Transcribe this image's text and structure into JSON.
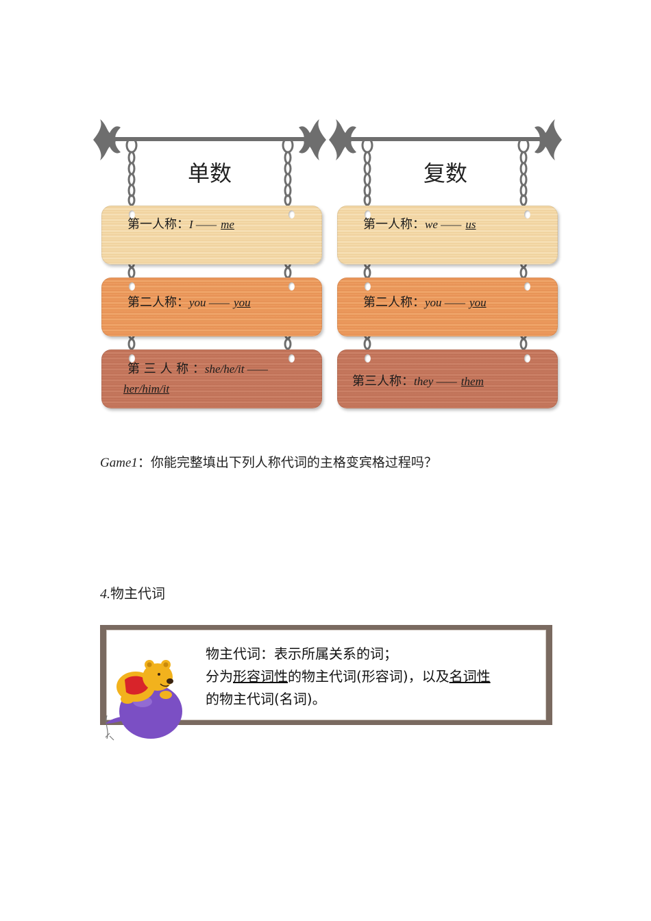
{
  "singular": {
    "title": "单数",
    "rows": [
      {
        "person": "第一人称：",
        "subject": "I ——",
        "object": "me"
      },
      {
        "person": "第二人称：",
        "subject": "you ——",
        "object": "you"
      },
      {
        "person": "第 三 人 称 ：",
        "subject": "she/he/it ——",
        "object": "her/him/it"
      }
    ]
  },
  "plural": {
    "title": "复数",
    "rows": [
      {
        "person": "第一人称：",
        "subject": "we ——",
        "object": "us"
      },
      {
        "person": "第二人称：",
        "subject": "you ——",
        "object": "you"
      },
      {
        "person": "第三人称：",
        "subject": "they ——",
        "object": "them"
      }
    ]
  },
  "game1": {
    "tag": "Game1",
    "text": "：你能完整填出下列人称代词的主格变宾格过程吗？"
  },
  "section": {
    "number": "4.",
    "title": "物主代词"
  },
  "definition": {
    "line1": "物主代词：表示所属关系的词；",
    "line2_pre": "分为",
    "line2_ul1": "形容词性",
    "line2_mid": "的物主代词(形容词)，以及",
    "line2_ul2": "名词性",
    "line3": "的物主代词(名词)。"
  },
  "colors": {
    "board_light": "#f3d7a6",
    "board_orange": "#eb985b",
    "board_brown": "#c4755b",
    "iron": "#6e6e6e"
  }
}
